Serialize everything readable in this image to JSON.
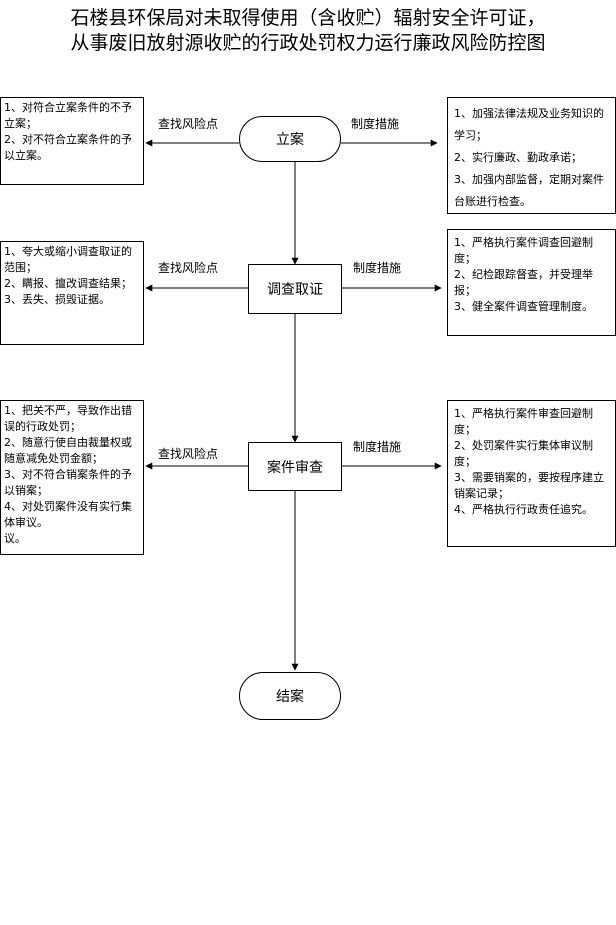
{
  "title": {
    "line1": "石楼县环保局对未取得使用（含收贮）辐射安全许可证，",
    "line2": "从事废旧放射源收贮的行政处罚权力运行廉政风险防控图"
  },
  "labels": {
    "risk": "查找风险点",
    "measures": "制度措施"
  },
  "steps": [
    {
      "name": "立案",
      "risks": [
        "1、对符合立案条件的不予立案；",
        "2、对不符合立案条件的予以立案。"
      ],
      "measures": [
        "1、加强法律法规及业务知识的学习；",
        "2、实行廉政、勤政承诺；",
        "3、加强内部监督，定期对案件台账进行检查。"
      ]
    },
    {
      "name": "调查取证",
      "risks": [
        "1、夸大或缩小调查取证的范围；",
        "2、瞒报、擅改调查结果；",
        "3、丢失、损毁证据。"
      ],
      "measures": [
        "1、严格执行案件调查回避制度；",
        "2、纪检跟踪督查，并受理举报；",
        "3、健全案件调查管理制度。"
      ]
    },
    {
      "name": "案件审查",
      "risks": [
        "1、把关不严，导致作出错误的行政处罚；",
        "2、随意行使自由裁量权或随意减免处罚金额；",
        "3、对不符合销案条件的予以销案；",
        "4、对处罚案件没有实行集体审议。",
        "议。"
      ],
      "measures": [
        "1、严格执行案件审查回避制度；",
        "2、处罚案件实行集体审议制度；",
        "3、需要销案的，要按程序建立销案记录；",
        "4、严格执行行政责任追究。"
      ]
    }
  ],
  "end": "结案"
}
